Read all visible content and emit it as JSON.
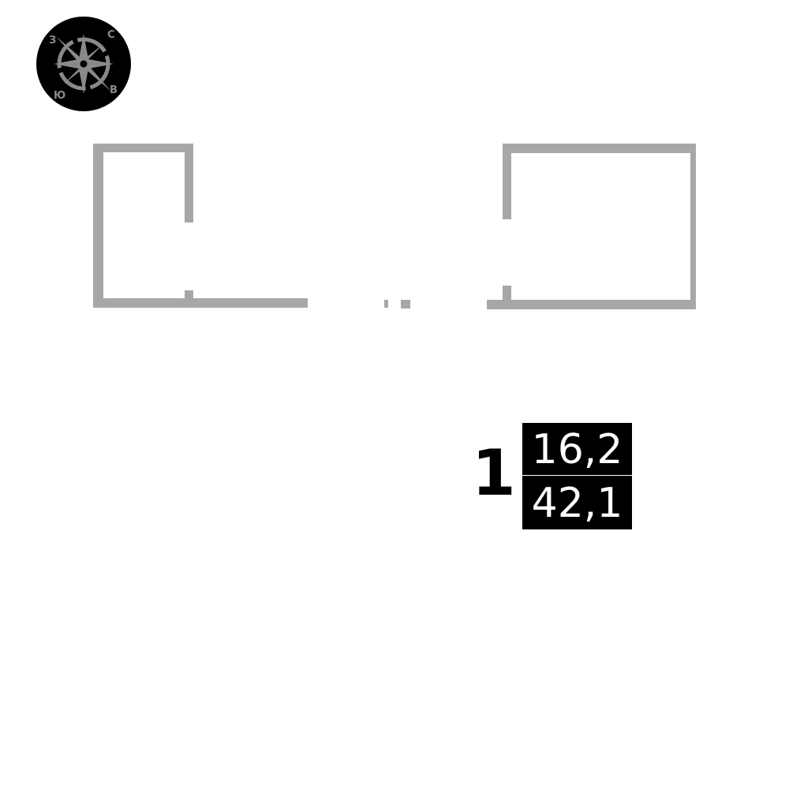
{
  "compass": {
    "north": "С",
    "east": "В",
    "south": "Ю",
    "west": "З"
  },
  "plan": {
    "wall_color": "#a7a7a7"
  },
  "label": {
    "index": "1",
    "top_value": "16,2",
    "bottom_value": "42,1"
  }
}
